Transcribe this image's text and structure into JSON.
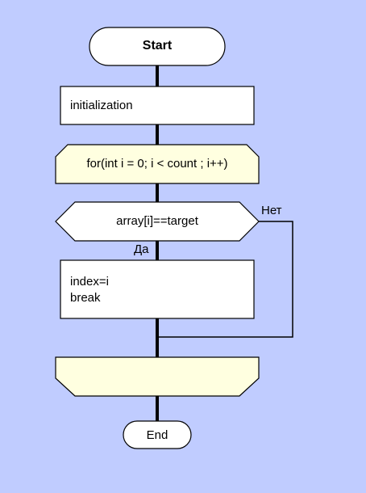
{
  "diagram": {
    "start_label": "Start",
    "init_label": "initialization",
    "loop_label": "for(int i = 0; i < count ; i++)",
    "condition_label": "array[i]==target",
    "no_label": "Нет",
    "yes_label": "Да",
    "action_line1": "index=i",
    "action_line2": "break",
    "end_label": "End"
  },
  "colors": {
    "background": "#c0ccff",
    "loop_fill": "#ffffe0",
    "box_fill": "#ffffff",
    "line": "#000000"
  }
}
